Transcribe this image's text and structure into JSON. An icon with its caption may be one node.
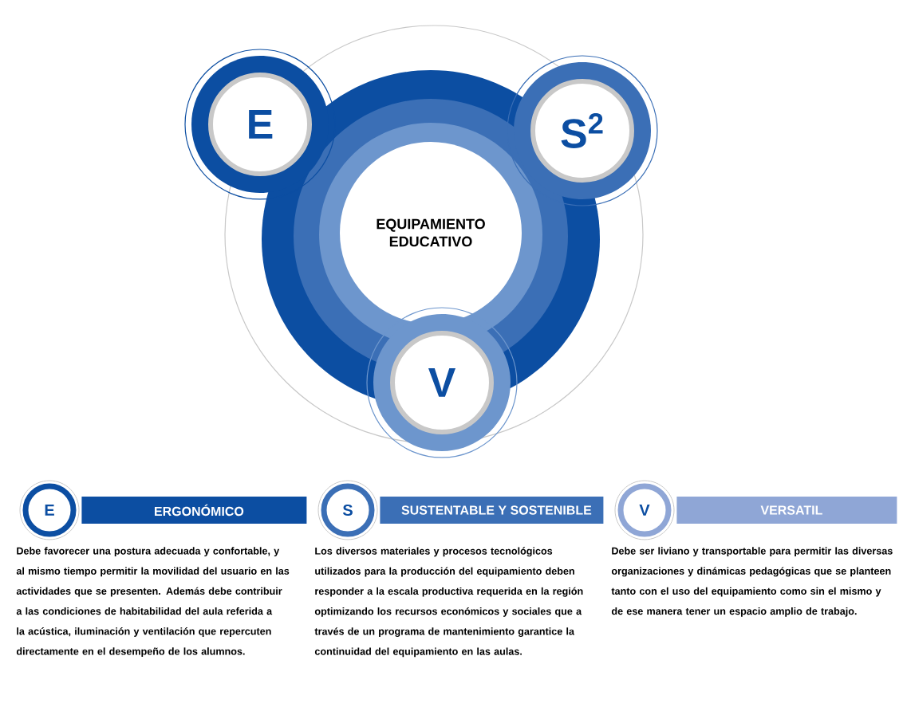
{
  "diagram": {
    "nodes": [
      {
        "text": [
          "EQUIPAMIENTO EDUCATIVO"
        ]
      },
      {
        "text": [
          "E"
        ]
      },
      {
        "text": [
          "S$^{2}$"
        ]
      },
      {
        "text": [
          "V"
        ]
      },
      {
        "text": [
          "E"
        ],
        "beside": [
          "Debe favorecer una postura adecuada y confortable, y al mismo tiempo permitir la movilidad del usuario en las actividades que se presenten. Además debe contribuir a las condiciones de habitabilidad del aula referida a la acústica, iluminación y ventilación que repercuten directamente en el desempeño de los alumnos."
        ]
      },
      {
        "text": [
          "ERGONÓMICO"
        ]
      },
      {
        "text": [
          "S"
        ],
        "beside": [
          "Los diversos materiales y procesos tecnológicos utilizados para la producción del equipamiento deben responder a la escala productiva requerida en la región optimizando los recursos económicos y sociales que a través de un programa de mantenimiento garantice la continuidad del equipamiento en las aulas."
        ]
      },
      {
        "text": [
          "SUSTENTABLE Y SOSTENIBLE"
        ]
      },
      {
        "text": [
          "V"
        ],
        "beside": [
          "Debe ser liviano y transportable para permitir las diversas organizaciones y dinámicas pedagógicas que se planteen tanto con el uso del equipamiento como sin el mismo y de ese manera tener un espacio amplio de trabajo."
        ]
      },
      {
        "text": [
          "VERSATIL"
        ]
      }
    ],
    "edges": []
  }
}
